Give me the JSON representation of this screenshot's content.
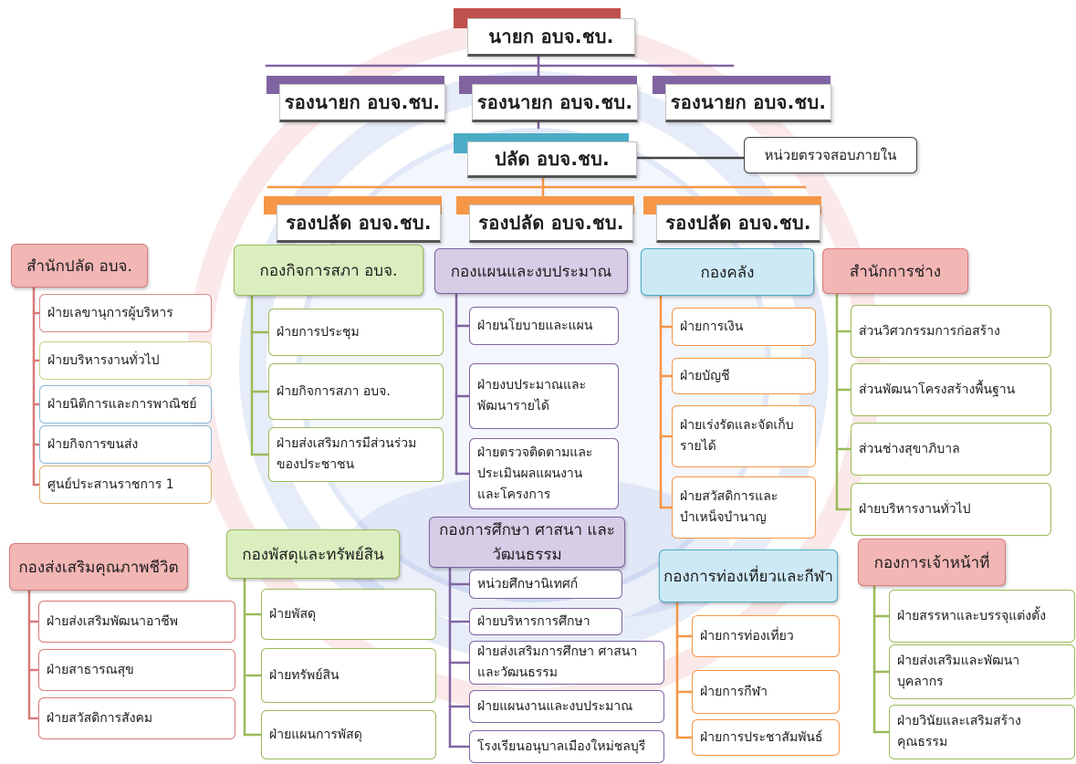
{
  "colors": {
    "mayor": "#c0504d",
    "deputy_mayor": "#8064a2",
    "clerk": "#4bacc6",
    "deputy_clerk": "#f79646",
    "red_head": "#f2b6b5",
    "red_border": "#d97a7a",
    "green_head": "#dbeec0",
    "green_border": "#9bbb59",
    "purple_head": "#d7cde6",
    "purple_border": "#8064a2",
    "blue_head": "#cde9f5",
    "blue_border": "#4bacc6",
    "orange_line": "#f79646",
    "neutral_border": "#555555"
  },
  "executive": {
    "mayor": "นายก อบจ.ชบ.",
    "deputy_mayors": [
      "รองนายก อบจ.ชบ.",
      "รองนายก อบจ.ชบ.",
      "รองนายก อบจ.ชบ."
    ],
    "clerk": "ปลัด อบจ.ชบ.",
    "internal_audit": "หน่วยตรวจสอบภายใน",
    "deputy_clerks": [
      "รองปลัด อบจ.ชบ.",
      "รองปลัด อบจ.ชบ.",
      "รองปลัด อบจ.ชบ."
    ]
  },
  "divisions": [
    {
      "title": "สำนักปลัด อบจ.",
      "sections": [
        "ฝ่ายเลขานุการผู้บริหาร",
        "ฝ่ายบริหารงานทั่วไป",
        "ฝ่ายนิติการและการพาณิชย์",
        "ฝ่ายกิจการขนส่ง",
        "ศูนย์ประสานราชการ 1"
      ]
    },
    {
      "title": "กองกิจการสภา อบจ.",
      "sections": [
        "ฝ่ายการประชุม",
        "ฝ่ายกิจการสภา อบจ.",
        "ฝ่ายส่งเสริมการมีส่วนร่วม\nของประชาชน"
      ]
    },
    {
      "title": "กองแผนและงบประมาณ",
      "sections": [
        "ฝ่ายนโยบายและแผน",
        "ฝ่ายงบประมาณและ\nพัฒนารายได้",
        "ฝ่ายตรวจติดตามและ\nประเมินผลแผนงาน\nและโครงการ"
      ]
    },
    {
      "title": "กองคลัง",
      "sections": [
        "ฝ่ายการเงิน",
        "ฝ่ายบัญชี",
        "ฝ่ายเร่งรัดและจัดเก็บ\nรายได้",
        "ฝ่ายสวัสดิการและ\nบำเหน็จบำนาญ"
      ]
    },
    {
      "title": "สำนักการช่าง",
      "sections": [
        "ส่วนวิศวกรรมการก่อสร้าง",
        "ส่วนพัฒนาโครงสร้างพื้นฐาน",
        "ส่วนช่างสุขาภิบาล",
        "ฝ่ายบริหารงานทั่วไป"
      ]
    },
    {
      "title": "กองส่งเสริมคุณภาพชีวิต",
      "sections": [
        "ฝ่ายส่งเสริมพัฒนาอาชีพ",
        "ฝ่ายสาธารณสุข",
        "ฝ่ายสวัสดิการสังคม"
      ]
    },
    {
      "title": "กองพัสดุและทรัพย์สิน",
      "sections": [
        "ฝ่ายพัสดุ",
        "ฝ่ายทรัพย์สิน",
        "ฝ่ายแผนการพัสดุ"
      ]
    },
    {
      "title": "กองการศึกษา ศาสนา และ\nวัฒนธรรม",
      "sections": [
        "หน่วยศึกษานิเทศก์",
        "ฝ่ายบริหารการศึกษา",
        "ฝ่ายส่งเสริมการศึกษา ศาสนา\nและวัฒนธรรม",
        "ฝ่ายแผนงานและงบประมาณ",
        "โรงเรียนอนุบาลเมืองใหม่ชลบุรี"
      ]
    },
    {
      "title": "กองการท่องเที่ยวและกีฬา",
      "sections": [
        "ฝ่ายการท่องเที่ยว",
        "ฝ่ายการกีฬา",
        "ฝ่ายการประชาสัมพันธ์"
      ]
    },
    {
      "title": "กองการเจ้าหน้าที่",
      "sections": [
        "ฝ่ายสรรหาและบรรจุแต่งตั้ง",
        "ฝ่ายส่งเสริมและพัฒนา\nบุคลากร",
        "ฝ่ายวินัยและเสริมสร้าง\nคุณธรรม"
      ]
    }
  ]
}
